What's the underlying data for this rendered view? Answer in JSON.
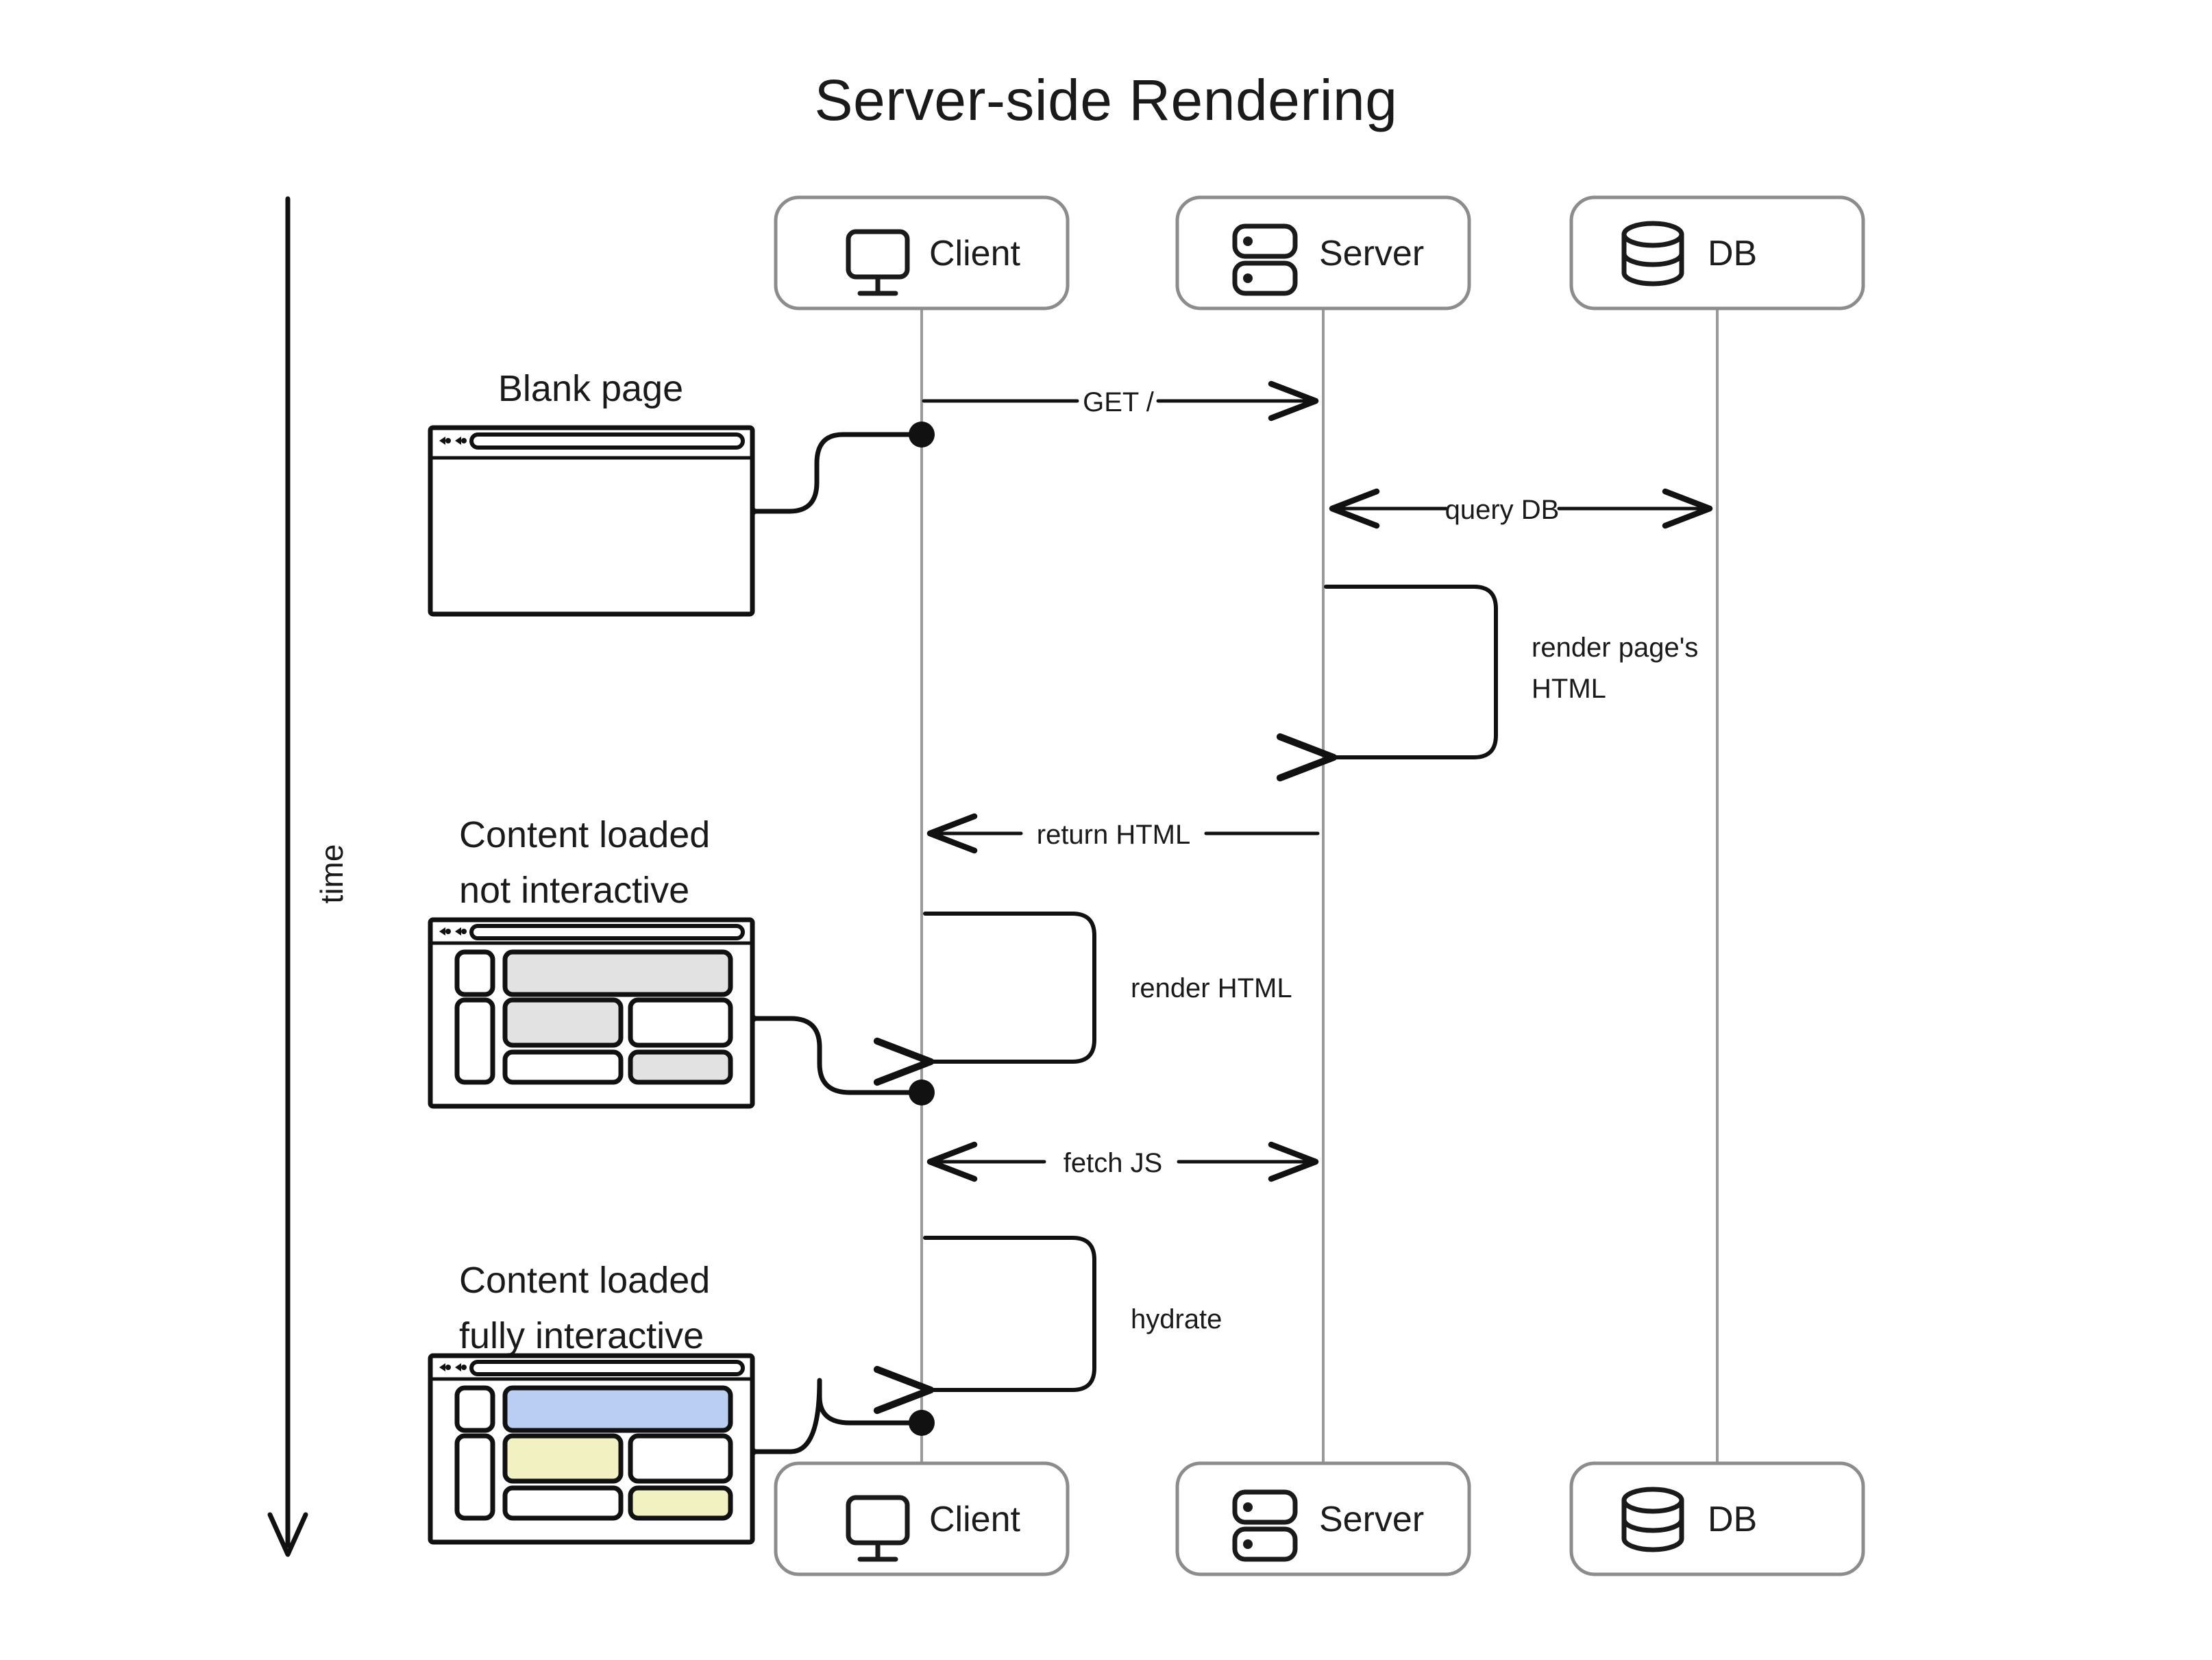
{
  "title": "Server-side Rendering",
  "time_axis": {
    "label": "time",
    "direction": "downward"
  },
  "participants": [
    {
      "id": "client",
      "label": "Client",
      "icon": "monitor-icon"
    },
    {
      "id": "server",
      "label": "Server",
      "icon": "server-rack-icon"
    },
    {
      "id": "db",
      "label": "DB",
      "icon": "database-cylinder-icon"
    }
  ],
  "messages": [
    {
      "id": "get-root",
      "label": "GET /",
      "from": "client",
      "to": "server",
      "kind": "arrow-right"
    },
    {
      "id": "query-db",
      "label": "query DB",
      "from": "server",
      "to": "db",
      "kind": "arrow-both"
    },
    {
      "id": "render-page-html",
      "label": "render page's HTML",
      "label_line1": "render page's",
      "label_line2": "HTML",
      "from": "server",
      "to": "server",
      "kind": "self-loop"
    },
    {
      "id": "return-html",
      "label": "return HTML",
      "from": "server",
      "to": "client",
      "kind": "arrow-left"
    },
    {
      "id": "render-html",
      "label": "render HTML",
      "from": "client",
      "to": "client",
      "kind": "self-loop"
    },
    {
      "id": "fetch-js",
      "label": "fetch JS",
      "from": "client",
      "to": "server",
      "kind": "arrow-both"
    },
    {
      "id": "hydrate",
      "label": "hydrate",
      "from": "client",
      "to": "client",
      "kind": "self-loop"
    }
  ],
  "snapshots": [
    {
      "id": "blank-page",
      "caption": "Blank page",
      "caption_line1": "Blank page",
      "caption_line2": "",
      "state": "empty",
      "blocks": []
    },
    {
      "id": "content-loaded-not-interactive",
      "caption": "Content loaded not interactive",
      "caption_line1": "Content loaded",
      "caption_line2": "not interactive",
      "state": "loaded-static",
      "blocks": [
        {
          "name": "sidebar-top",
          "fill": "#ffffff"
        },
        {
          "name": "sidebar-bottom",
          "fill": "#ffffff"
        },
        {
          "name": "hero-banner",
          "fill": "#e2e2e2"
        },
        {
          "name": "card-mid-left",
          "fill": "#e2e2e2"
        },
        {
          "name": "card-mid-right",
          "fill": "#ffffff"
        },
        {
          "name": "card-bottom-left",
          "fill": "#ffffff"
        },
        {
          "name": "card-bottom-right",
          "fill": "#e2e2e2"
        }
      ]
    },
    {
      "id": "content-loaded-fully-interactive",
      "caption": "Content loaded fully interactive",
      "caption_line1": "Content loaded",
      "caption_line2": "fully interactive",
      "state": "loaded-interactive",
      "blocks": [
        {
          "name": "sidebar-top",
          "fill": "#ffffff"
        },
        {
          "name": "sidebar-bottom",
          "fill": "#ffffff"
        },
        {
          "name": "hero-banner",
          "fill": "#b9cef2"
        },
        {
          "name": "card-mid-left",
          "fill": "#f1f1c2"
        },
        {
          "name": "card-mid-right",
          "fill": "#ffffff"
        },
        {
          "name": "card-bottom-left",
          "fill": "#ffffff"
        },
        {
          "name": "card-bottom-right",
          "fill": "#f1f1c2"
        }
      ]
    }
  ],
  "colors": {
    "background": "#ffffff",
    "ink": "#111111",
    "lifeline": "#9a9a9a",
    "node_border": "#8c8c8c",
    "block_gray": "#e2e2e2",
    "block_blue": "#b9cef2",
    "block_yellow": "#f1f1c2"
  }
}
